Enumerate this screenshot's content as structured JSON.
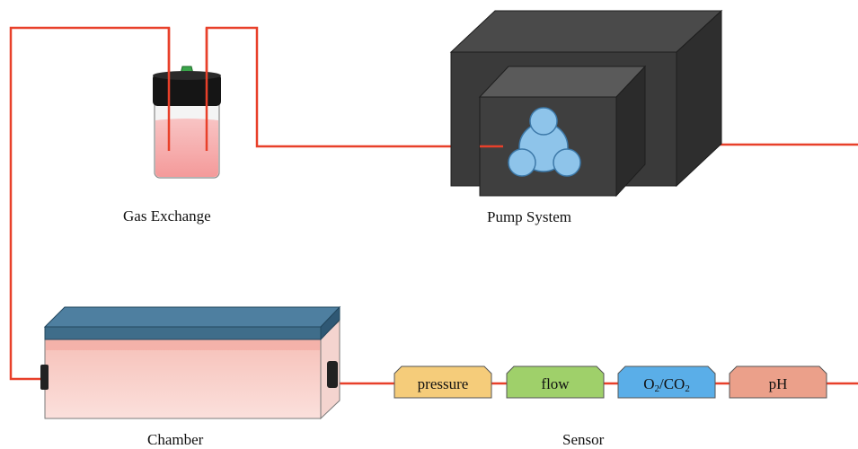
{
  "labels": {
    "gas_exchange": "Gas Exchange",
    "pump_system": "Pump System",
    "chamber": "Chamber",
    "sensor": "Sensor"
  },
  "sensors": [
    {
      "id": "pressure",
      "label": "pressure",
      "color": "#f5cc7a"
    },
    {
      "id": "flow",
      "label": "flow",
      "color": "#9fd06a"
    },
    {
      "id": "o2co2",
      "label": "O",
      "sub1": "2",
      "mid": "/CO",
      "sub2": "2",
      "color": "#5aaee8"
    },
    {
      "id": "ph",
      "label": "pH",
      "color": "#eba08a"
    }
  ],
  "colors": {
    "tubing": "#e8402a",
    "pump_dark": "#3c3c3c",
    "pump_icon": "#8ec4ea",
    "chamber_lid": "#3f6d8a",
    "chamber_body": "#f7cbc4",
    "fluid": "#f6b6b6"
  }
}
